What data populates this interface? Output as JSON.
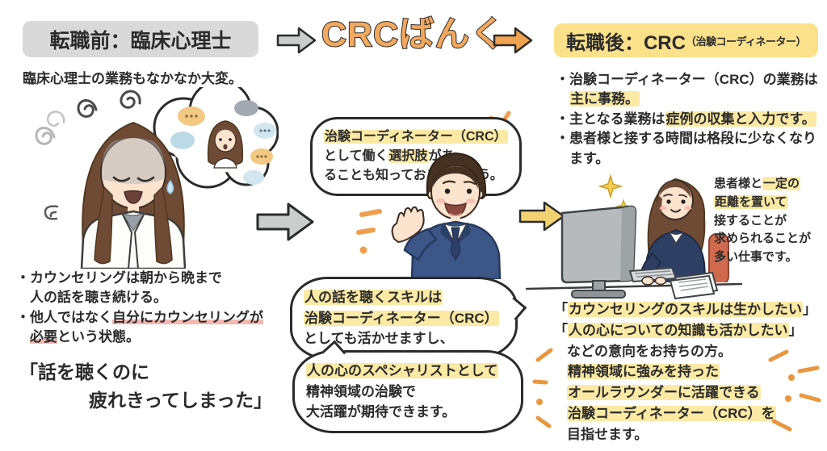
{
  "header": {
    "before_label": "転職前：臨床心理士",
    "site_title": "CRCばんく",
    "after_label": "転職後：CRC",
    "after_sub": "（治験コーディネーター）"
  },
  "left": {
    "intro": "臨床心理士の業務もなかなか大変。",
    "bullets": {
      "b1_l1": "・カウンセリングは朝から晩まで",
      "b1_l2": "人の話を聴き続ける。",
      "b2_pre": "・他人ではなく",
      "b2_mark": "自分にカウンセリングが",
      "b2_mark2": "必要",
      "b2_post": "という状態。"
    },
    "quote_l1": "「話を聴くのに",
    "quote_l2": "疲れきってしまった」"
  },
  "center": {
    "bubble_top": {
      "l1": "治験コーディネーター（CRC）",
      "l2_pre": "として働く",
      "l2_hl": "選択肢",
      "l2_post": "があ",
      "l3": "ることも知っておきましょう。"
    },
    "bubble_mid": {
      "l1": "人の話を聴くスキルは",
      "l2": "治験コーディネーター（CRC）",
      "l3": "としても活かせますし、"
    },
    "bubble_bottom": {
      "l1": "人の心のスペシャリストとして",
      "l2": "精神領域の治験で",
      "l3": "大活躍が期待できます。"
    }
  },
  "right": {
    "bullets": {
      "b1_l1": "・治験コーディネーター（CRC）の業務は",
      "b1_l2": "主に事務。",
      "b2_pre": "・主となる業務は",
      "b2_hl": "症例の収集と入力です。",
      "b3_l1": "・患者様と接する時間は格段に少なくなり",
      "b3_l2": "ます。"
    },
    "side_note": {
      "l1_pre": "患者様と",
      "l1_hl": "一定の",
      "l2": "距離を置いて",
      "l3": "接することが",
      "l4": "求められることが",
      "l5": "多い仕事です。"
    },
    "closing": {
      "q1_open": "「",
      "q1": "カウンセリングのスキルは生かしたい",
      "q1_close": "」",
      "q2_open": "「",
      "q2": "人の心についての知識も活かしたい",
      "q2_close": "」",
      "l3": "などの意向をお持ちの方。",
      "l4": "精神領域に強みを持った",
      "l5": "オールラウンダーに活躍できる",
      "l6": "治験コーディネーター（CRC）を",
      "l7": "目指せます。"
    }
  },
  "colors": {
    "accent_orange": "#f2a85e",
    "highlight_yellow": "#fbe9a4",
    "header_yellow": "#fbe18a",
    "header_gray": "#d9d9d9",
    "marker_pink": "#f3b7b0",
    "suit_navy": "#3c5687",
    "chair_red": "#cf6a4e"
  },
  "icons": {
    "arrow_gray_top": "block-arrow-right",
    "arrow_orange_top": "block-arrow-right",
    "arrow_gray_mid": "block-arrow-right",
    "arrow_yellow_mid": "block-arrow-right",
    "sparkle": "four-point-star",
    "stress": "scribble-spirals",
    "emphasis": "radial-strokes"
  }
}
